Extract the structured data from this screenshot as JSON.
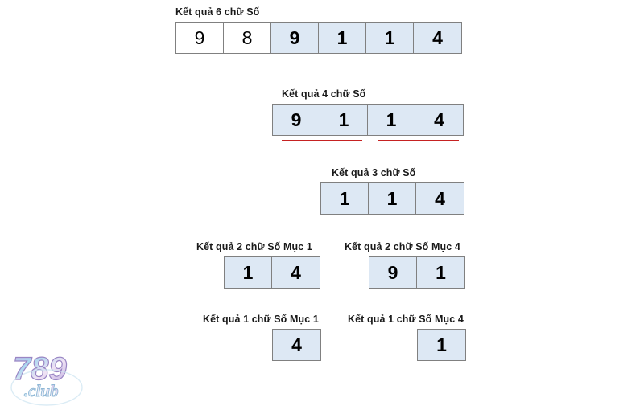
{
  "page": {
    "background": "#ffffff",
    "cell_fill": "#dde8f4",
    "cell_fill_plain": "#ffffff",
    "cell_border": "#808080",
    "underline_color": "#c62222",
    "text_color": "#1a1a1a"
  },
  "groups": [
    {
      "id": "result-6-digits",
      "title": "Kết quả 6 chữ Số",
      "digits": [
        "9",
        "8",
        "9",
        "1",
        "1",
        "4"
      ],
      "highlight": [
        false,
        false,
        true,
        true,
        true,
        true
      ],
      "underlines": false
    },
    {
      "id": "result-4-digits",
      "title": "Kết quả 4 chữ Số",
      "digits": [
        "9",
        "1",
        "1",
        "4"
      ],
      "highlight": [
        true,
        true,
        true,
        true
      ],
      "underlines": true
    },
    {
      "id": "result-3-digits",
      "title": "Kết quả 3 chữ Số",
      "digits": [
        "1",
        "1",
        "4"
      ],
      "highlight": [
        true,
        true,
        true
      ],
      "underlines": false
    },
    {
      "id": "result-2-digits-muc-1",
      "title": "Kết quả 2 chữ Số Mục 1",
      "digits": [
        "1",
        "4"
      ],
      "highlight": [
        true,
        true
      ],
      "underlines": false
    },
    {
      "id": "result-2-digits-muc-4",
      "title": "Kết quả 2 chữ Số Mục 4",
      "digits": [
        "9",
        "1"
      ],
      "highlight": [
        true,
        true
      ],
      "underlines": false
    },
    {
      "id": "result-1-digit-muc-1",
      "title": "Kết quả 1 chữ Số Mục 1",
      "digits": [
        "4"
      ],
      "highlight": [
        true
      ],
      "underlines": false
    },
    {
      "id": "result-1-digit-muc-4",
      "title": "Kết quả 1 chữ Số Mục 4",
      "digits": [
        "1"
      ],
      "highlight": [
        true
      ],
      "underlines": false
    }
  ],
  "logo": {
    "name": "789club-logo",
    "number_text": "789",
    "word_text": "club"
  }
}
